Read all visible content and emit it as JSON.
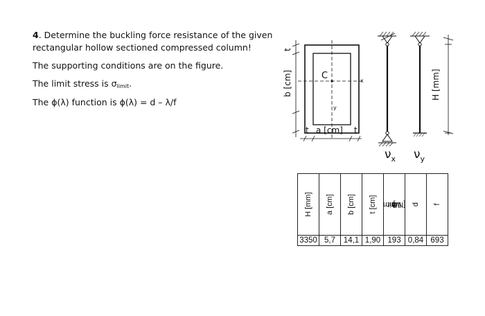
{
  "problem": {
    "number": "4",
    "line1": ". Determine the buckling force resistance of the given",
    "line2": "rectangular hollow sectioned compressed column!",
    "line3": "The supporting conditions are on the figure.",
    "line4_prefix": "The limit stress is ",
    "sigma": "σ",
    "limit_sub": "limit",
    "line4_suffix": ".",
    "line5": "The ϕ(λ) function is ϕ(λ) = d – λ/f"
  },
  "figure": {
    "b_label": "b [cm]",
    "t_label_left": "t",
    "t_label_bottom_left": "t",
    "t_label_bottom_right": "t",
    "a_label": "a [cm]",
    "c_label": "C",
    "x_label": "x",
    "y_label": "y",
    "nu_x": "ν",
    "nu_x_sub": "x",
    "nu_y": "ν",
    "nu_y_sub": "y",
    "h_label": "H [mm]"
  },
  "table": {
    "headers": [
      "H [mm]",
      "a [cm]",
      "b [cm]",
      "t [cm]",
      "σ",
      "d",
      "f"
    ],
    "sigma_sub": "limit",
    "sigma_unit": " [N/mm",
    "sigma_sup": "2",
    "sigma_close": "]",
    "values": [
      "3350",
      "5,7",
      "14,1",
      "1,90",
      "193",
      "0,84",
      "693"
    ]
  }
}
